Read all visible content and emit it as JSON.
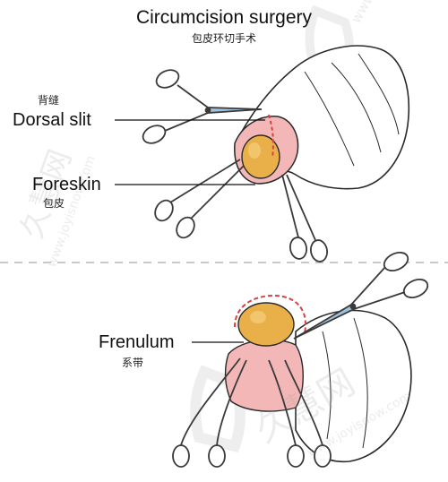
{
  "title": {
    "en": "Circumcision surgery",
    "zh": "包皮环切手术"
  },
  "labels": {
    "dorsal_slit": {
      "zh": "背缝",
      "en": "Dorsal slit"
    },
    "foreskin": {
      "en": "Foreskin",
      "zh": "包皮"
    },
    "frenulum": {
      "en": "Frenulum",
      "zh": "系带"
    }
  },
  "watermark": {
    "url": "www.joyisnow.com",
    "brand": "久慧网"
  },
  "colors": {
    "skin_fill": "#ffffff",
    "outline": "#2a2a2a",
    "glans": "#e9b04a",
    "foreskin": "#f4b7b7",
    "cut_line": "#d94040",
    "instrument": "#3a3a3a",
    "scissor_blade": "#9fc3dd",
    "divider": "#c8c8c8"
  }
}
